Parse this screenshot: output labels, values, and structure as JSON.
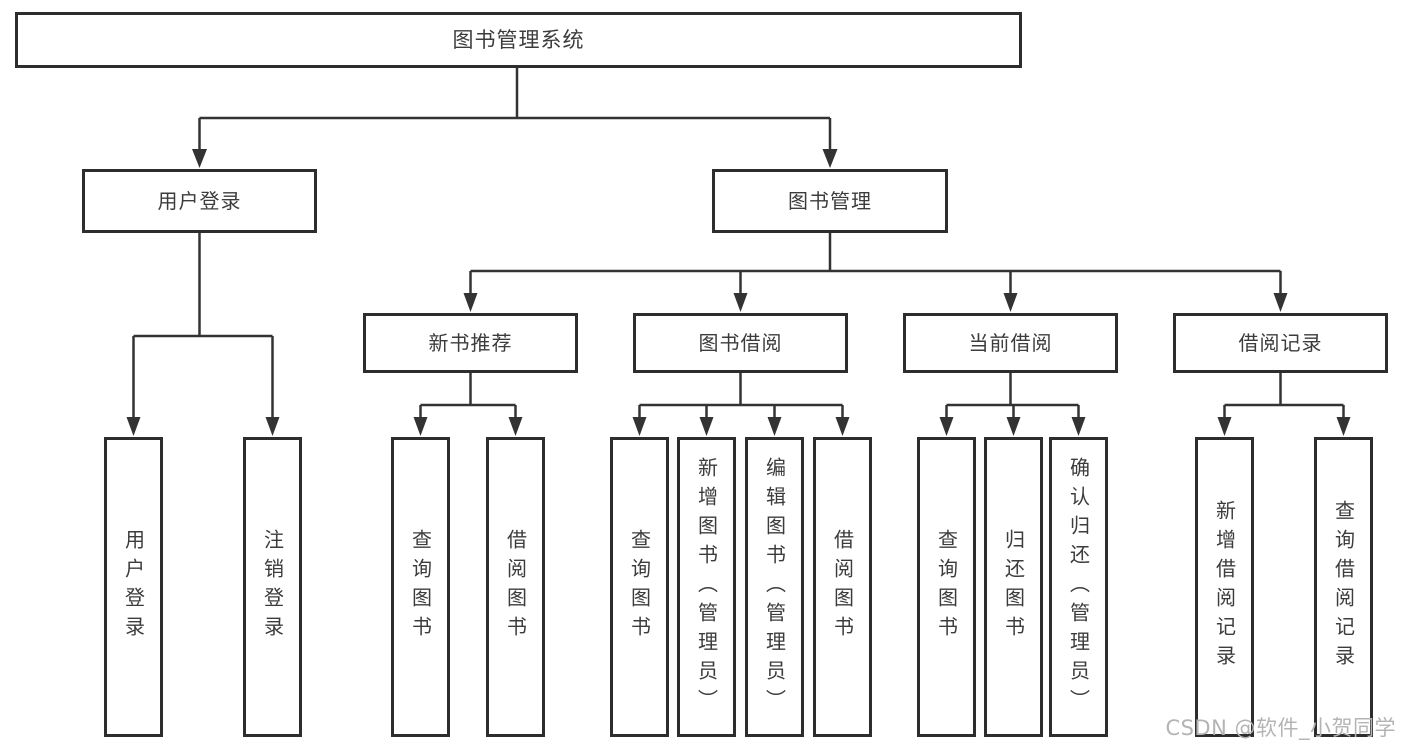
{
  "tree": {
    "root": {
      "label": "图书管理系统"
    },
    "branches": [
      {
        "label": "用户登录",
        "children": [
          "用户登录",
          "注销登录"
        ]
      },
      {
        "label": "图书管理",
        "sections": [
          {
            "label": "新书推荐",
            "children": [
              "查询图书",
              "借阅图书"
            ]
          },
          {
            "label": "图书借阅",
            "children": [
              "查询图书",
              "新增图书（管理员）",
              "编辑图书（管理员）",
              "借阅图书"
            ]
          },
          {
            "label": "当前借阅",
            "children": [
              "查询图书",
              "归还图书",
              "确认归还（管理员）"
            ]
          },
          {
            "label": "借阅记录",
            "children": [
              "新增借阅记录",
              "查询借阅记录"
            ]
          }
        ]
      }
    ]
  },
  "watermark": "CSDN @软件_小贺同学",
  "colors": {
    "line": "#333333",
    "box_border": "#2d2d2d",
    "text": "#3c3c3c",
    "watermark": "#b4b4b4",
    "background": "#ffffff"
  }
}
